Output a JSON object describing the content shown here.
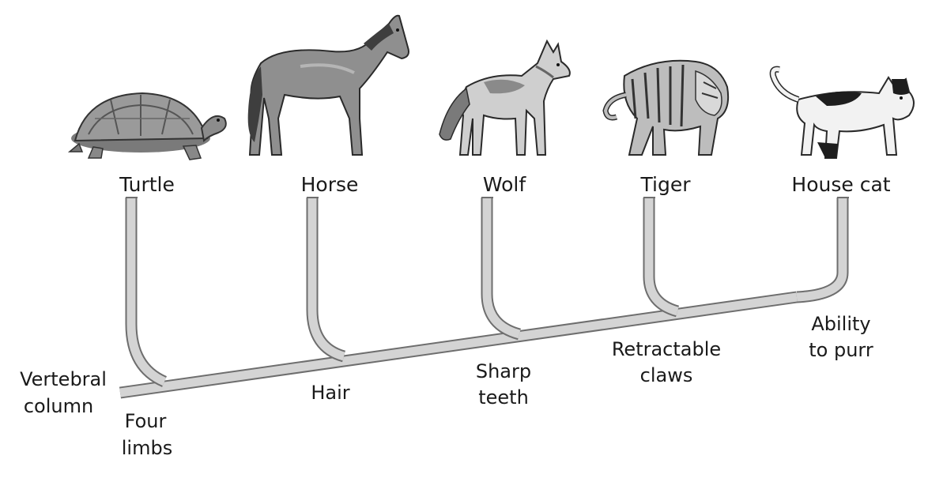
{
  "animals": [
    {
      "label": "Turtle",
      "icon": "turtle-icon"
    },
    {
      "label": "Horse",
      "icon": "horse-icon"
    },
    {
      "label": "Wolf",
      "icon": "wolf-icon"
    },
    {
      "label": "Tiger",
      "icon": "tiger-icon"
    },
    {
      "label": "House cat",
      "icon": "house-cat-icon"
    }
  ],
  "traits": {
    "vertebral_column": [
      "Vertebral",
      "column"
    ],
    "four_limbs": [
      "Four",
      "limbs"
    ],
    "hair": [
      "Hair"
    ],
    "sharp_teeth": [
      "Sharp",
      "teeth"
    ],
    "retractable_claws": [
      "Retractable",
      "claws"
    ],
    "ability_to_purr": [
      "Ability",
      "to purr"
    ]
  },
  "colors": {
    "branch_fill": "#d4d4d4",
    "branch_outline": "#6e6e6e",
    "text": "#1a1a1a"
  }
}
